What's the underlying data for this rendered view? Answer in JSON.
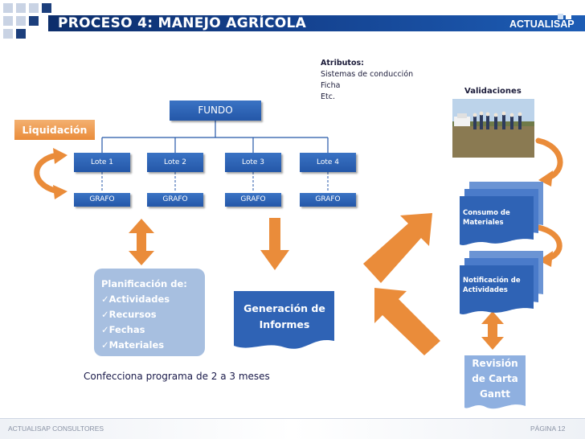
{
  "header": {
    "title": "PROCESO 4: MANEJO AGRÍCOLA",
    "logo_text": "ACTUALISAP"
  },
  "diagram": {
    "root": "FUNDO",
    "lotes": [
      "Lote 1",
      "Lote 2",
      "Lote 3",
      "Lote 4"
    ],
    "grafos": [
      "GRAFO",
      "GRAFO",
      "GRAFO",
      "GRAFO"
    ],
    "liquidacion": "Liquidación",
    "atributos": {
      "title": "Atributos:",
      "items": [
        "Sistemas de conducción",
        "Ficha",
        "Etc."
      ]
    },
    "validaciones": "Validaciones",
    "planificacion": {
      "title": "Planificación de:",
      "items": [
        "Actividades",
        "Recursos",
        "Fechas",
        "Materiales"
      ]
    },
    "informes": {
      "line1": "Generación de",
      "line2": "Informes"
    },
    "confecciona": "Confecciona programa de 2 a 3 meses",
    "consumo": {
      "line1": "Consumo de",
      "line2": "Materiales"
    },
    "notificacion": {
      "line1": "Notificación de",
      "line2": "Actividades"
    },
    "revision": {
      "line1": "Revisión",
      "line2": "de Carta",
      "line3": "Gantt"
    }
  },
  "footer": {
    "left": "ACTUALISAP CONSULTORES",
    "right": "PÁGINA 12"
  },
  "colors": {
    "primary_blue": "#2457a8",
    "orange": "#ea8c3a",
    "light_blue": "#a7bfe0",
    "doc_blue": "#3b6fc0"
  }
}
